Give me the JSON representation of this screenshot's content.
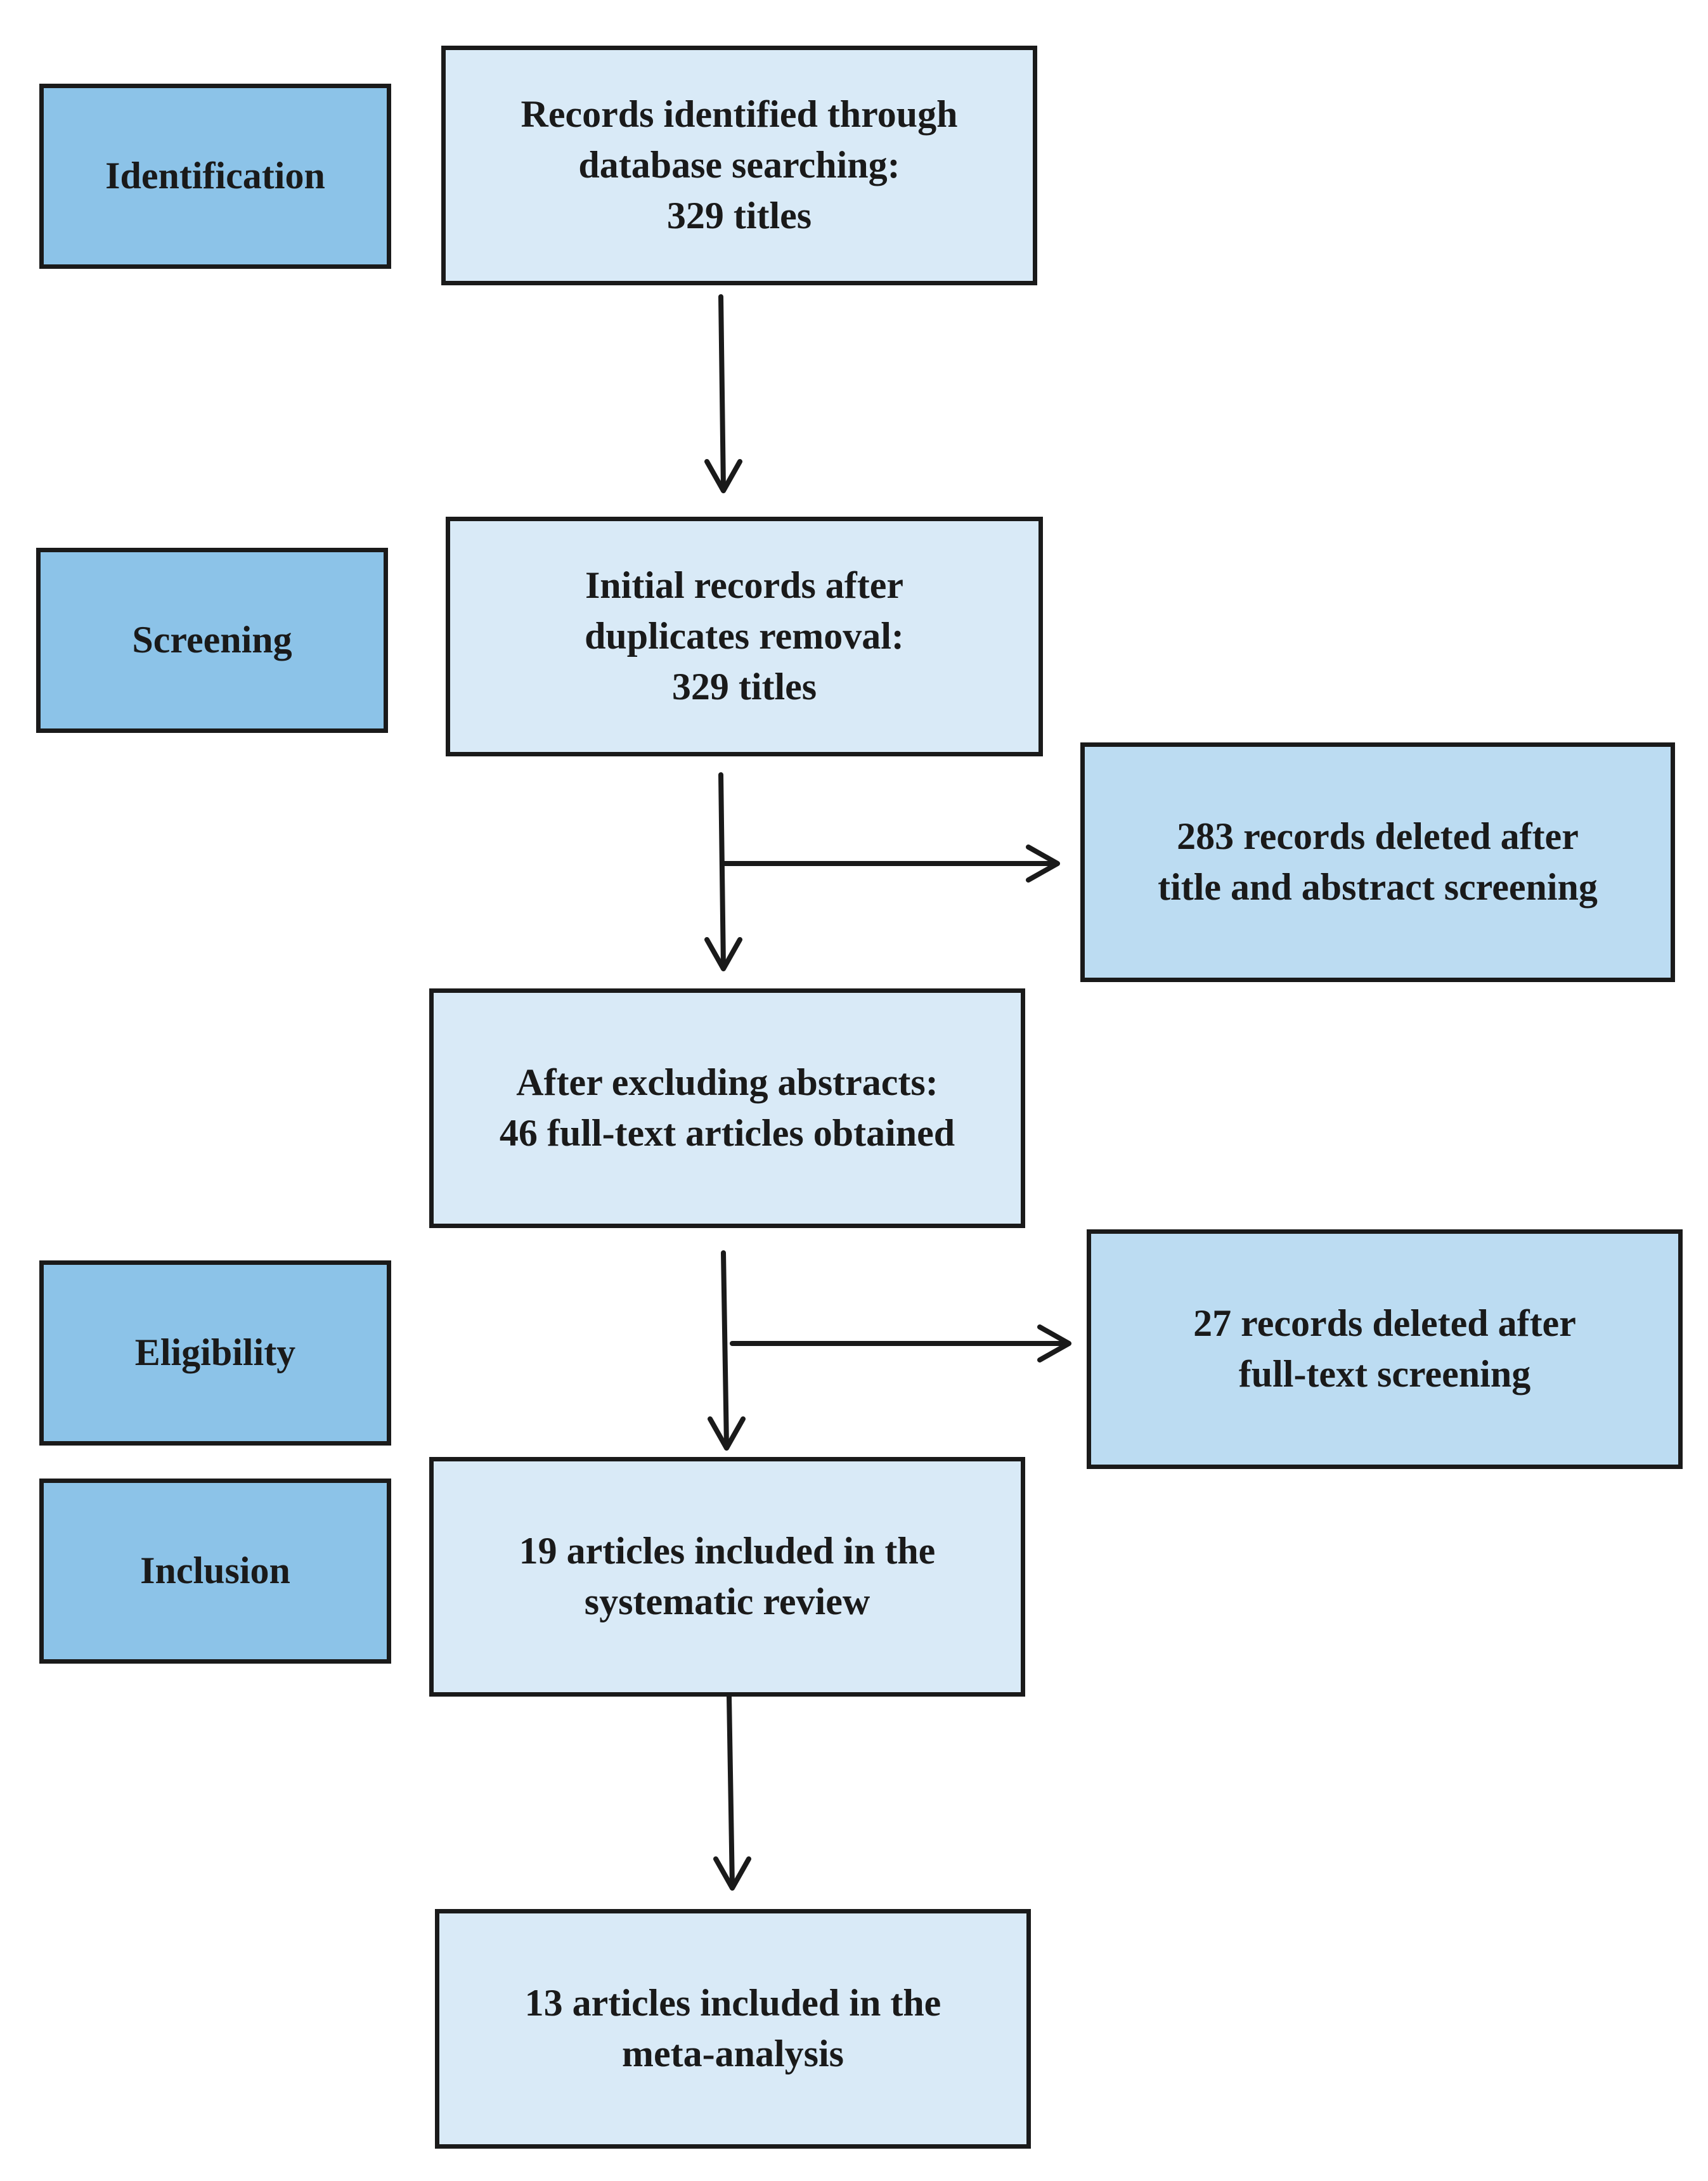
{
  "stages": {
    "identification": "Identification",
    "screening": "Screening",
    "eligibility": "Eligibility",
    "inclusion": "Inclusion"
  },
  "flow": {
    "identified": "Records identified through\ndatabase searching:\n329 titles",
    "after_duplicates": "Initial records after\nduplicates removal:\n329 titles",
    "full_text": "After excluding abstracts:\n46 full-text articles obtained",
    "systematic_review": "19 articles included in the\nsystematic review",
    "meta_analysis": "13 articles included in the\nmeta-analysis"
  },
  "exclusions": {
    "title_abstract": "283 records deleted after\ntitle and abstract screening",
    "full_text": "27 records deleted after\nfull-text screening"
  },
  "colors": {
    "stage_fill": "#8cc3e8",
    "flow_fill": "#d9eaf7",
    "side_fill": "#bcdcf2",
    "stroke": "#1a1a1a"
  }
}
